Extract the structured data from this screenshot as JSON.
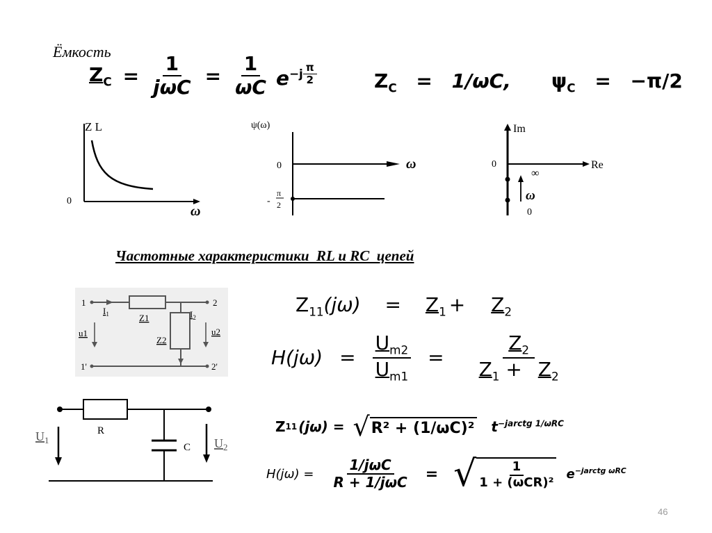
{
  "slide": {
    "heading_capacitance": "Ёмкость",
    "section_title": "Частотные характеристики  RL и RC  цепей",
    "page_number": "46"
  },
  "formulas": {
    "zc_lhs": "Z",
    "zc_sub": "C",
    "eq": "=",
    "one": "1",
    "jwc": "jωC",
    "wc": "ωC",
    "exp_e": "e",
    "exp_pow": "−j",
    "pi": "π",
    "two": "2",
    "zc_mod": "Z",
    "zc_mod_sub": "C",
    "zc_mod_rhs": "1/ωC,",
    "psi": "ψ",
    "psi_sub": "C",
    "psi_rhs": "−π/2",
    "z11": "Z",
    "z11_sub": "11",
    "jw": "(jω)",
    "z1": "Z",
    "z1_sub": "1",
    "plus": "+",
    "z2": "Z",
    "z2_sub": "2",
    "h": "H(jω)",
    "um": "U",
    "um2_sub": "m2",
    "um1_sub": "m1",
    "z11_rc": "Z",
    "z11_rc_sub": "11",
    "z11_rc_arg": "(jω) =",
    "sqrt_body": "R² + (1/ωC)²",
    "t_exp_base": "t",
    "t_exp_pow": "−jarctg 1/ωRC",
    "h_rc": "H(jω) =",
    "h_rc_num": "1/jωC",
    "h_rc_den": "R + 1/jωC",
    "h_rc_eq": "=",
    "h_rc_sqrt_num": "1",
    "h_rc_sqrt_den": "1 + (ωCR)²",
    "h_rc_exp_base": "e",
    "h_rc_exp_pow": "−jarctg ωRC"
  },
  "graph_zc": {
    "y_label": "Z L",
    "zero": "0",
    "x_label": "ω"
  },
  "graph_psi": {
    "y_label": "ψ(ω)",
    "zero": "0",
    "minus": "-",
    "pi": "π",
    "two": "2",
    "x_label": "ω"
  },
  "graph_phasor": {
    "im": "Im",
    "re": "Re",
    "zero": "0",
    "inf": "∞",
    "omega": "ω",
    "zero_b": "0"
  },
  "circuit_general": {
    "node1": "1",
    "node2": "2",
    "node1p": "1'",
    "node2p": "2'",
    "i1": "I",
    "i1_sub": "1",
    "i2": "I",
    "i2_sub": "2",
    "z1": "Z1",
    "z2": "Z2",
    "u1": "u1",
    "u2": "u2"
  },
  "circuit_rc": {
    "r": "R",
    "c": "C",
    "u1": "U",
    "u1_sub": "1",
    "u2": "U",
    "u2_sub": "2"
  }
}
